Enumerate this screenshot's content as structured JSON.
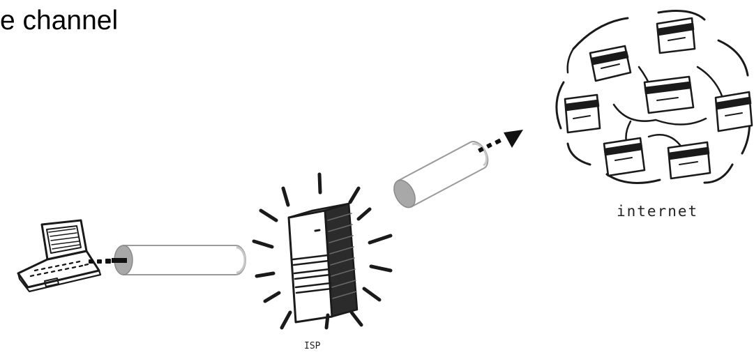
{
  "slide": {
    "title": "e channel"
  },
  "diagram": {
    "isp_label": "ISP",
    "internet_label": "internet",
    "icons": {
      "laptop": "laptop-icon",
      "server": "server-tower-icon",
      "cloud": "internet-cloud-icon",
      "tunnel": "tunnel-pipe-icon",
      "arrow": "dotted-arrow-icon"
    },
    "colors": {
      "ink": "#1a1a1a",
      "tunnel_end": "#a8a8a8",
      "tunnel_outline": "#9a9a9a"
    }
  }
}
